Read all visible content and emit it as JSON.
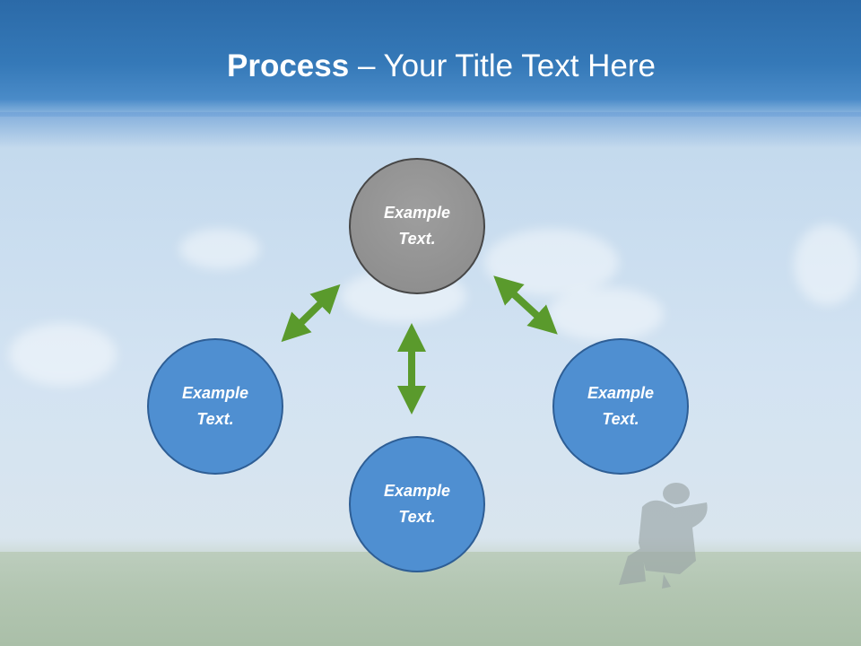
{
  "slide": {
    "title_bold": "Process",
    "title_dash": " – ",
    "title_rest": "Your Title Text Here"
  },
  "nodes": {
    "top": {
      "line1": "Example",
      "line2": "Text."
    },
    "left": {
      "line1": "Example",
      "line2": "Text."
    },
    "right": {
      "line1": "Example",
      "line2": "Text."
    },
    "bottom": {
      "line1": "Example",
      "line2": "Text."
    }
  },
  "colors": {
    "header": "#3579b8",
    "node_gray": "#8f8f8f",
    "node_blue": "#4f8fd1",
    "arrow": "#5a9a2c"
  }
}
